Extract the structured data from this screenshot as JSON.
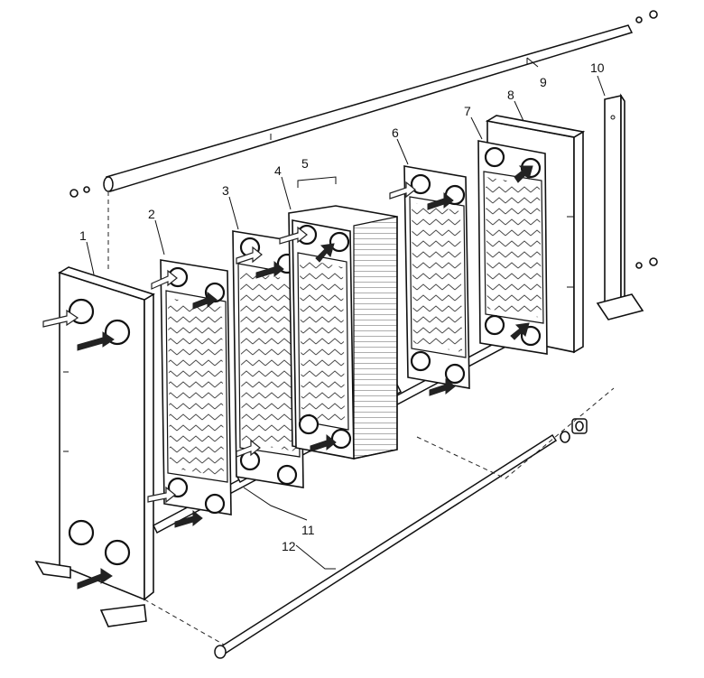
{
  "diagram": {
    "callouts": [
      {
        "id": "1",
        "label": "1"
      },
      {
        "id": "2",
        "label": "2"
      },
      {
        "id": "3",
        "label": "3"
      },
      {
        "id": "4",
        "label": "4"
      },
      {
        "id": "5",
        "label": "5"
      },
      {
        "id": "6",
        "label": "6"
      },
      {
        "id": "7",
        "label": "7"
      },
      {
        "id": "8",
        "label": "8"
      },
      {
        "id": "9",
        "label": "9"
      },
      {
        "id": "10",
        "label": "10"
      },
      {
        "id": "11",
        "label": "11"
      },
      {
        "id": "12",
        "label": "12"
      }
    ],
    "colors": {
      "line": "#111111",
      "background": "#ffffff",
      "hot_flow": "#222222",
      "cold_flow": "#ffffff"
    }
  }
}
